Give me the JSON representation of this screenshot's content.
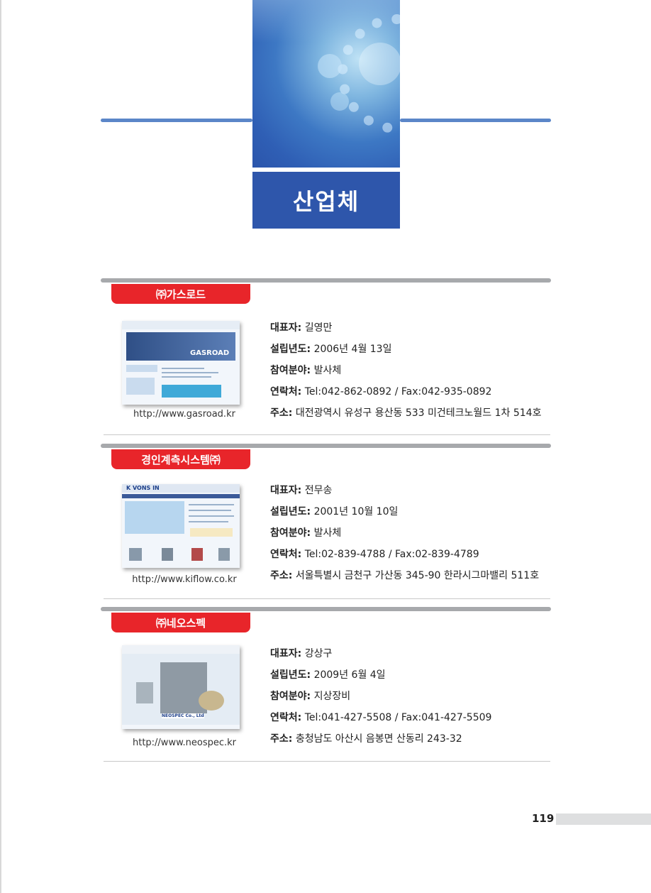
{
  "chapter_title": "산업체",
  "page_number": "119",
  "companies": [
    {
      "name": "㈜가스로드",
      "url": "http://www.gasroad.kr",
      "fields": [
        {
          "key": "대표자:",
          "value": "길영만"
        },
        {
          "key": "설립년도:",
          "value": "2006년 4월 13일"
        },
        {
          "key": "참여분야:",
          "value": "발사체"
        },
        {
          "key": "연락처:",
          "value": "Tel:042-862-0892 / Fax:042-935-0892"
        },
        {
          "key": "주소:",
          "value": "대전광역시 유성구 용산동 533 미건테크노월드 1차 514호"
        }
      ]
    },
    {
      "name": "경인계측시스템㈜",
      "url": "http://www.kiflow.co.kr",
      "fields": [
        {
          "key": "대표자:",
          "value": "전무송"
        },
        {
          "key": "설립년도:",
          "value": "2001년 10월 10일"
        },
        {
          "key": "참여분야:",
          "value": "발사체"
        },
        {
          "key": "연락처:",
          "value": "Tel:02-839-4788 / Fax:02-839-4789"
        },
        {
          "key": "주소:",
          "value": "서울특별시 금천구 가산동 345-90 한라시그마밸리 511호"
        }
      ]
    },
    {
      "name": "㈜네오스펙",
      "url": "http://www.neospec.kr",
      "fields": [
        {
          "key": "대표자:",
          "value": "강상구"
        },
        {
          "key": "설립년도:",
          "value": "2009년 6월 4일"
        },
        {
          "key": "참여분야:",
          "value": "지상장비"
        },
        {
          "key": "연락처:",
          "value": "Tel:041-427-5508 / Fax:041-427-5509"
        },
        {
          "key": "주소:",
          "value": "충청남도 아산시 음봉면 산동리 243-32"
        }
      ]
    }
  ],
  "thumbnail_text": {
    "gasroad_logo": "GASROAD",
    "neospec_logo": "NEOSPEC Co., Ltd",
    "kiflow_logo": "K VONS IN"
  }
}
